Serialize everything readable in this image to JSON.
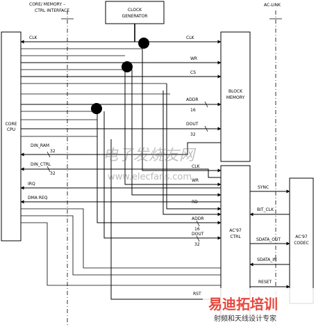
{
  "headers": {
    "left_line1": "CORE/ MEMORY –",
    "left_line2": "CTRL INTERFACE",
    "right": "AC-LINK"
  },
  "blocks": {
    "core": {
      "line1": "CORE",
      "line2": "CPU"
    },
    "clock_gen": {
      "line1": "CLOCK",
      "line2": "GENERATOR"
    },
    "block_memory": {
      "line1": "BLOCK",
      "line2": "MEMORY"
    },
    "ac97_ctrl": {
      "line1": "AC'97",
      "line2": "CTRL"
    },
    "ac97_codec": {
      "line1": "AC'97",
      "line2": "CODEC"
    }
  },
  "signals": {
    "clk_top_left": "CLK",
    "clk_top_right": "CLK",
    "wr_mem": "WR",
    "cs": "CS",
    "addr_mem": "ADDR",
    "addr_mem_width": "16",
    "dout_mem": "DOUT",
    "dout_mem_width": "32",
    "din_ram": "DIN_RAM",
    "din_ram_width": "32",
    "din_ctrl": "DIN_CTRL",
    "din_ctrl_width": "32",
    "irq": "IRQ",
    "dma_req": "DMA REQ",
    "clk_ctrl": "CLK",
    "wr_ctrl": "WR",
    "rd": "RD",
    "addr_ctrl": "ADDR",
    "addr_ctrl_width": "16",
    "dout_ctrl": "DOUT",
    "dout_ctrl_width": "32",
    "rst": "RST",
    "sync": "SYNC",
    "bit_clk": "BIT_CLK",
    "sdata_out": "SDATA_OUT",
    "sdata_in": "SDATA_IN",
    "reset": "RESET"
  },
  "watermark": {
    "chinese": "电子发烧友网",
    "url": "www.elecfans.com"
  },
  "logo": {
    "name": "易迪拓培训",
    "tagline": "射频和天线设计专家"
  }
}
